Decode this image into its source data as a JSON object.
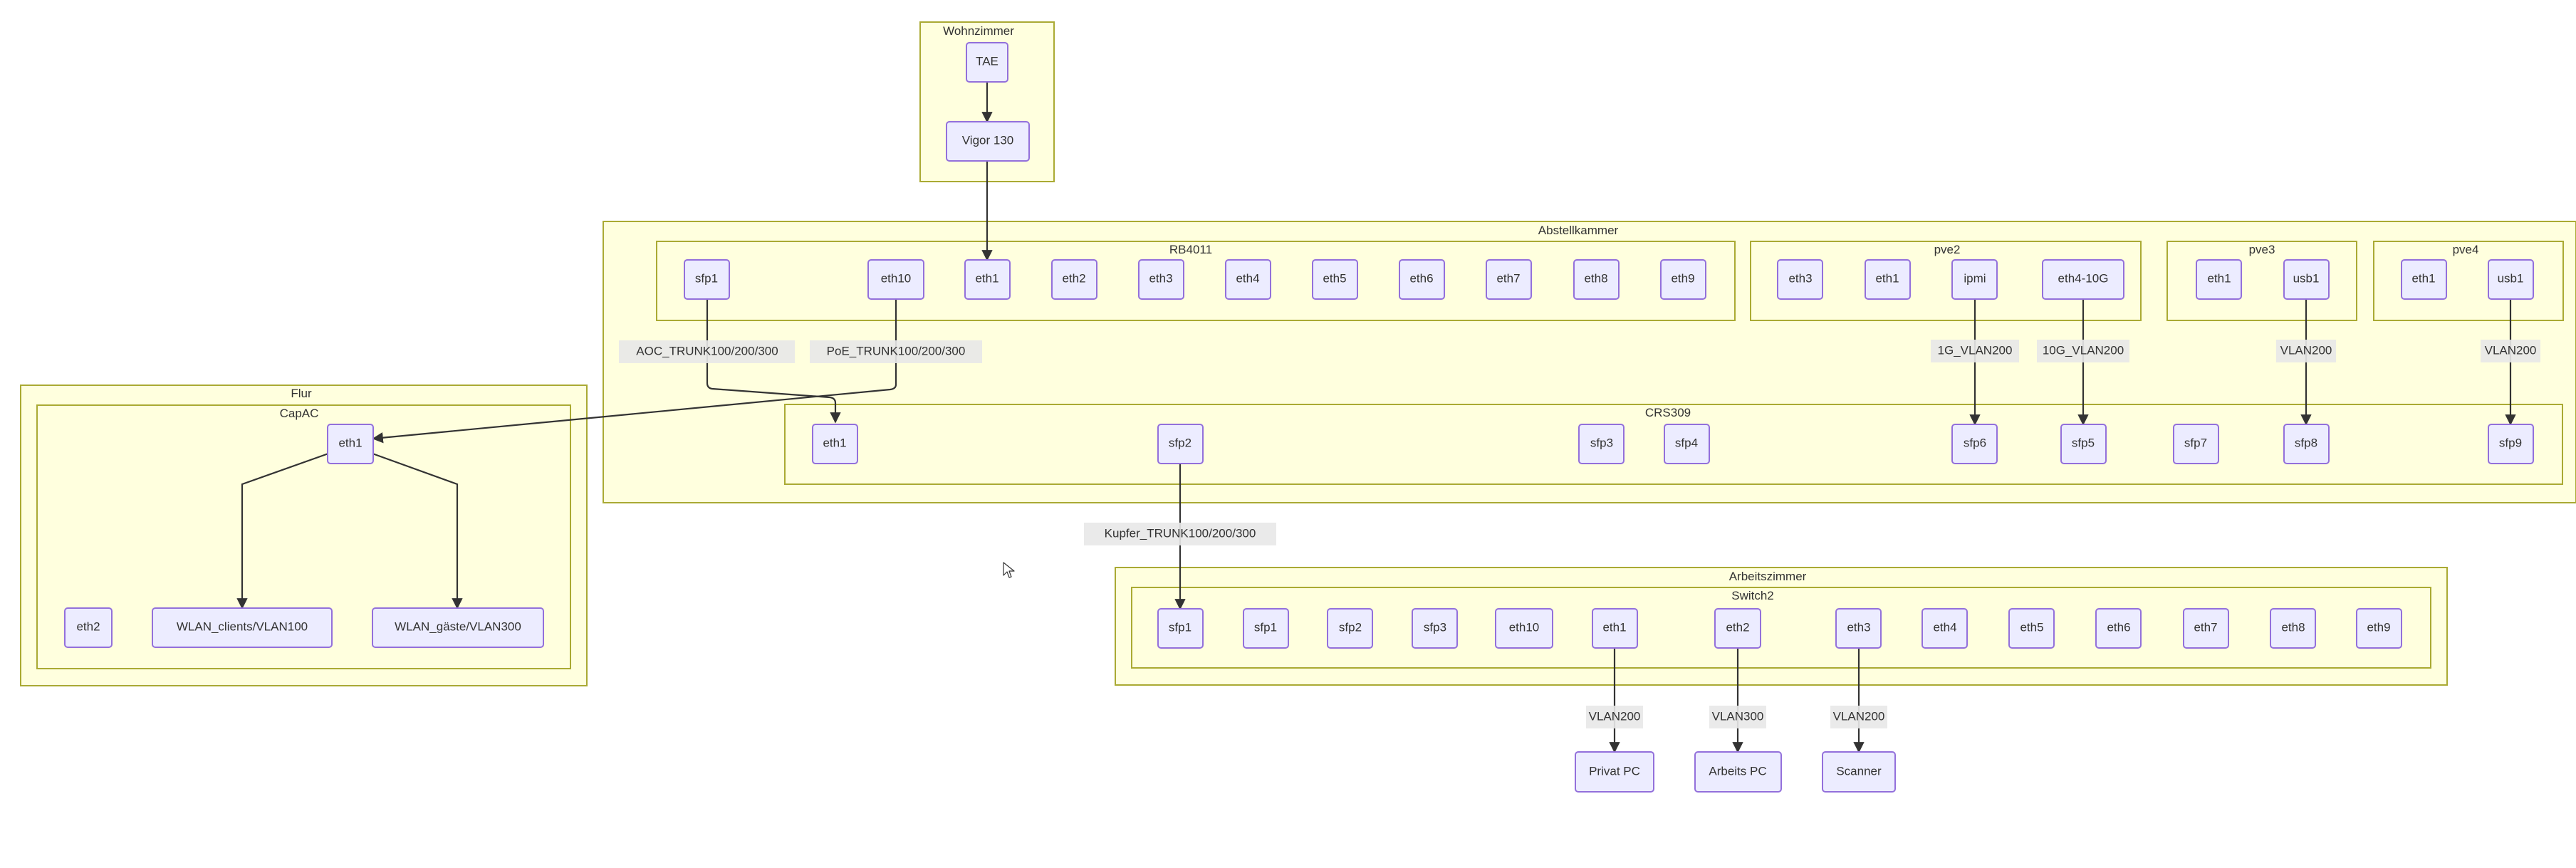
{
  "diagram": {
    "clusters": {
      "wohnzimmer": "Wohnzimmer",
      "abstellkammer": "Abstellkammer",
      "rb4011": "RB4011",
      "pve2": "pve2",
      "pve3": "pve3",
      "pve4": "pve4",
      "crs309": "CRS309",
      "flur": "Flur",
      "capac": "CapAC",
      "arbeitszimmer": "Arbeitszimmer",
      "switch2": "Switch2"
    },
    "nodes": {
      "tae": "TAE",
      "vigor": "Vigor 130",
      "rb_sfp1": "sfp1",
      "rb_eth10": "eth10",
      "rb_eth1": "eth1",
      "rb_eth2": "eth2",
      "rb_eth3": "eth3",
      "rb_eth4": "eth4",
      "rb_eth5": "eth5",
      "rb_eth6": "eth6",
      "rb_eth7": "eth7",
      "rb_eth8": "eth8",
      "rb_eth9": "eth9",
      "pve2_eth3": "eth3",
      "pve2_eth1": "eth1",
      "pve2_ipmi": "ipmi",
      "pve2_eth4_10g": "eth4-10G",
      "pve3_eth1": "eth1",
      "pve3_usb1": "usb1",
      "pve4_eth1": "eth1",
      "pve4_usb1": "usb1",
      "crs_eth1": "eth1",
      "crs_sfp2": "sfp2",
      "crs_sfp3": "sfp3",
      "crs_sfp4": "sfp4",
      "crs_sfp6": "sfp6",
      "crs_sfp5": "sfp5",
      "crs_sfp7": "sfp7",
      "crs_sfp8": "sfp8",
      "crs_sfp9": "sfp9",
      "cap_eth1": "eth1",
      "cap_eth2": "eth2",
      "cap_wlan_clients": "WLAN_clients/VLAN100",
      "cap_wlan_gaeste": "WLAN_gäste/VLAN300",
      "sw_sfp1_a": "sfp1",
      "sw_sfp1_b": "sfp1",
      "sw_sfp2": "sfp2",
      "sw_sfp3": "sfp3",
      "sw_eth10": "eth10",
      "sw_eth1": "eth1",
      "sw_eth2": "eth2",
      "sw_eth3": "eth3",
      "sw_eth4": "eth4",
      "sw_eth5": "eth5",
      "sw_eth6": "eth6",
      "sw_eth7": "eth7",
      "sw_eth8": "eth8",
      "sw_eth9": "eth9",
      "privat_pc": "Privat PC",
      "arbeits_pc": "Arbeits PC",
      "scanner": "Scanner"
    },
    "edge_labels": {
      "aoc": "AOC_TRUNK100/200/300",
      "poe": "PoE_TRUNK100/200/300",
      "ipmi": "1G_VLAN200",
      "tenG": "10G_VLAN200",
      "pve3": "VLAN200",
      "pve4": "VLAN200",
      "kupfer": "Kupfer_TRUNK100/200/300",
      "privat": "VLAN200",
      "arbeits": "VLAN300",
      "scanner": "VLAN200"
    }
  }
}
